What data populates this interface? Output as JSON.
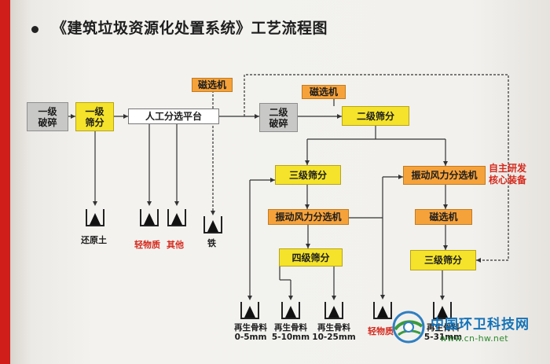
{
  "title": "《建筑垃圾资源化处置系统》工艺流程图",
  "nodes": {
    "primary_crushing": "一级\n破碎",
    "primary_screening": "一级\n筛分",
    "manual_sorting": "人工分选平台",
    "magnetic_1": "磁选机",
    "secondary_crushing": "二级\n破碎",
    "magnetic_2": "磁选机",
    "secondary_screening": "二级筛分",
    "tertiary_screening_a": "三级筛分",
    "wind_sorter_a": "振动风力分选机",
    "wind_sorter_b": "振动风力分选机",
    "quaternary_screening": "四级筛分",
    "magnetic_3": "磁选机",
    "tertiary_screening_b": "三级筛分"
  },
  "outputs": {
    "restored_soil": "还原土",
    "light_material": "轻物质",
    "other": "其他",
    "iron": "铁",
    "agg_1_name": "再生骨料",
    "agg_1_size": "0-5mm",
    "agg_2_name": "再生骨料",
    "agg_2_size": "5-10mm",
    "agg_3_name": "再生骨料",
    "agg_3_size": "10-25mm",
    "light_material_2": "轻物质",
    "agg_5_name": "再生骨料",
    "agg_5_size": "5-31mm"
  },
  "annotation": "自主研发\n核心装备",
  "watermark": {
    "name": "中国环卫科技网",
    "url": "www.cn-hw.net"
  },
  "colors": {
    "accent_red": "#d01e1a",
    "yellow_box": "#f4e32a",
    "orange_box": "#f6a23b",
    "gray_box": "#c8c8c6",
    "watermark_blue": "#1473b8",
    "watermark_green": "#2d8a2f"
  }
}
